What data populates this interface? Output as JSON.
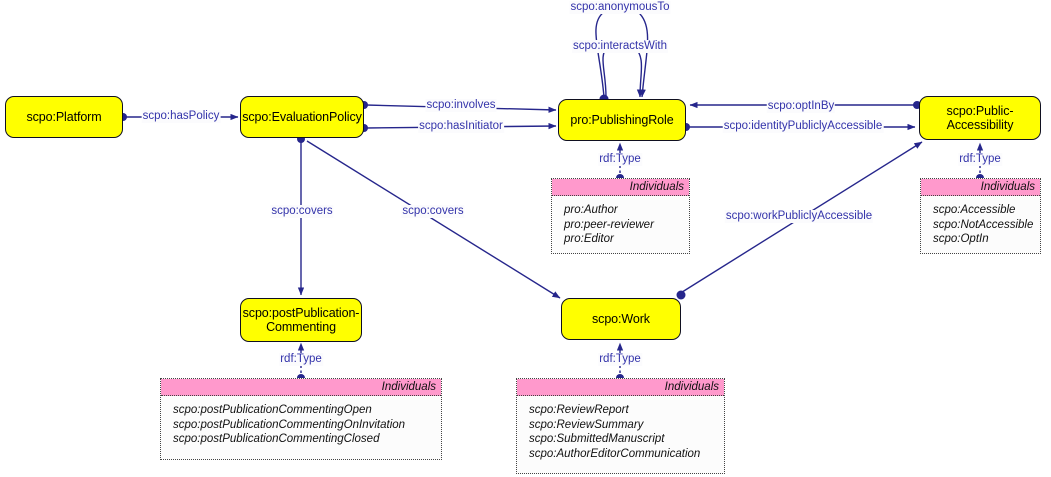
{
  "diagram": {
    "title": "SCoRO / Publishing Status Ontology graffoo diagram",
    "colors": {
      "class_fill": "#ffff00",
      "class_stroke": "#101020",
      "individuals_header": "#ff99cc",
      "edge": "#26268c",
      "edge_label_text": "#3333aa"
    }
  },
  "nodes": [
    {
      "id": "platform",
      "label": "scpo:Platform"
    },
    {
      "id": "evalpolicy",
      "label": "scpo:EvaluationPolicy"
    },
    {
      "id": "pubrole",
      "label": "pro:PublishingRole"
    },
    {
      "id": "pubaccess",
      "label": "scpo:Public-\nAccessibility"
    },
    {
      "id": "postpubcomm",
      "label": "scpo:postPublication-\nCommenting"
    },
    {
      "id": "work",
      "label": "scpo:Work"
    }
  ],
  "node_labels": {
    "platform": "scpo:Platform",
    "evalpolicy": "scpo:EvaluationPolicy",
    "pubrole": "pro:PublishingRole",
    "pubaccess_line1": "scpo:Public-",
    "pubaccess_line2": "Accessibility",
    "postpubcomm_line1": "scpo:postPublication-",
    "postpubcomm_line2": "Commenting",
    "work": "scpo:Work"
  },
  "edges": [
    {
      "id": "haspolicy",
      "label": "scpo:hasPolicy",
      "from": "platform",
      "to": "evalpolicy"
    },
    {
      "id": "involves",
      "label": "scpo:involves",
      "from": "evalpolicy",
      "to": "pubrole"
    },
    {
      "id": "hasinitiator",
      "label": "scpo:hasInitiator",
      "from": "evalpolicy",
      "to": "pubrole"
    },
    {
      "id": "optinby",
      "label": "scpo:optInBy",
      "from": "pubaccess",
      "to": "pubrole"
    },
    {
      "id": "identitypub",
      "label": "scpo:identityPubliclyAccessible",
      "from": "pubrole",
      "to": "pubaccess"
    },
    {
      "id": "anonymousto",
      "label": "scpo:anonymousTo",
      "from": "pubrole",
      "to": "pubrole"
    },
    {
      "id": "interactswith",
      "label": "scpo:interactsWith",
      "from": "pubrole",
      "to": "pubrole"
    },
    {
      "id": "covers1",
      "label": "scpo:covers",
      "from": "evalpolicy",
      "to": "postpubcomm"
    },
    {
      "id": "covers2",
      "label": "scpo:covers",
      "from": "evalpolicy",
      "to": "work"
    },
    {
      "id": "workpub",
      "label": "scpo:workPubliclyAccessible",
      "from": "work",
      "to": "pubaccess"
    },
    {
      "id": "rdftype_role",
      "label": "rdf:Type",
      "from": "individuals_role",
      "to": "pubrole"
    },
    {
      "id": "rdftype_acc",
      "label": "rdf:Type",
      "from": "individuals_access",
      "to": "pubaccess"
    },
    {
      "id": "rdftype_ppc",
      "label": "rdf:Type",
      "from": "individuals_ppc",
      "to": "postpubcomm"
    },
    {
      "id": "rdftype_work",
      "label": "rdf:Type",
      "from": "individuals_work",
      "to": "work"
    }
  ],
  "individuals": {
    "header_label": "Individuals",
    "role": {
      "header": "Individuals",
      "items": [
        "pro:Author",
        "pro:peer-reviewer",
        "pro:Editor"
      ]
    },
    "access": {
      "header": "Individuals",
      "items": [
        "scpo:Accessible",
        "scpo:NotAccessible",
        "scpo:OptIn"
      ]
    },
    "postpubcommenting": {
      "header": "Individuals",
      "items": [
        "scpo:postPublicationCommentingOpen",
        "scpo:postPublicationCommentingOnInvitation",
        "scpo:postPublicationCommentingClosed"
      ]
    },
    "work": {
      "header": "Individuals",
      "items": [
        "scpo:ReviewReport",
        "scpo:ReviewSummary",
        "scpo:SubmittedManuscript",
        "scpo:AuthorEditorCommunication"
      ]
    }
  }
}
